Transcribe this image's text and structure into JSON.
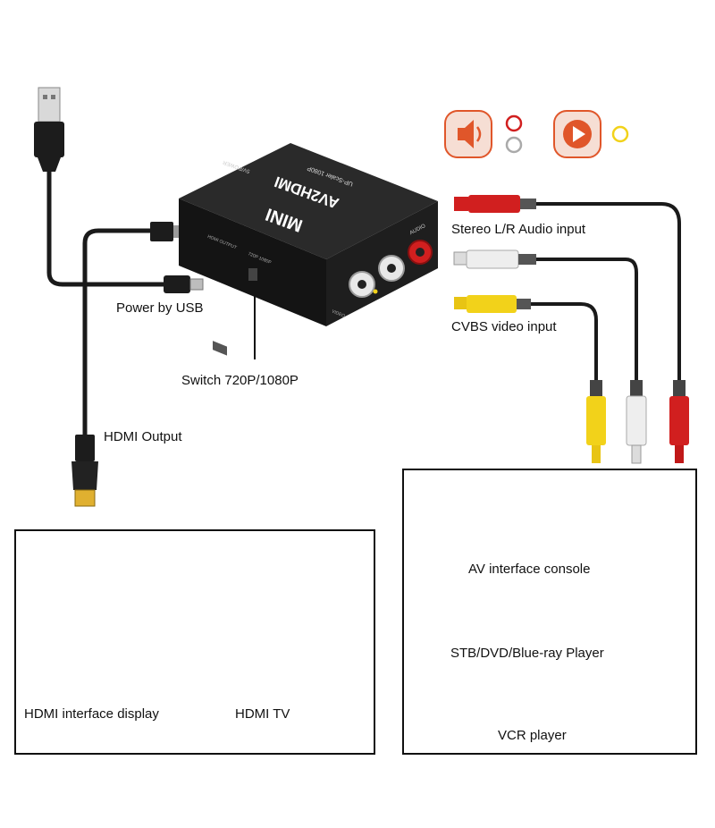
{
  "device": {
    "brand": "MINI",
    "model": "AV2HDMI",
    "subtitle": "UP-Scaler 1080P",
    "port_power": "5V/POWER",
    "port_hdmi": "HDMI OUTPUT",
    "port_switch": "720P  1080P",
    "port_audio": "AUDIO",
    "port_video": "VIDEO"
  },
  "callouts": {
    "stereo": "Stereo L/R Audio input",
    "power": "Power by USB",
    "cvbs": "CVBS video input",
    "switch": "Switch 720P/1080P",
    "hdmi_out": "HDMI Output"
  },
  "left_panel": {
    "display_caption": "HDMI interface display",
    "tv_caption": "HDMI TV"
  },
  "right_panel": {
    "console_caption": "AV interface console",
    "dvd_caption": "STB/DVD/Blue-ray Player",
    "vcr_caption": "VCR player"
  },
  "icons": {
    "audio": "speaker-icon",
    "video": "play-icon"
  },
  "colors": {
    "device": "#1c1c1c",
    "red_plug": "#d11f1f",
    "white_plug": "#eeeeee",
    "yellow_plug": "#f2d21a",
    "icon_accent": "#e0562a",
    "console_green": "#3fae3b"
  }
}
